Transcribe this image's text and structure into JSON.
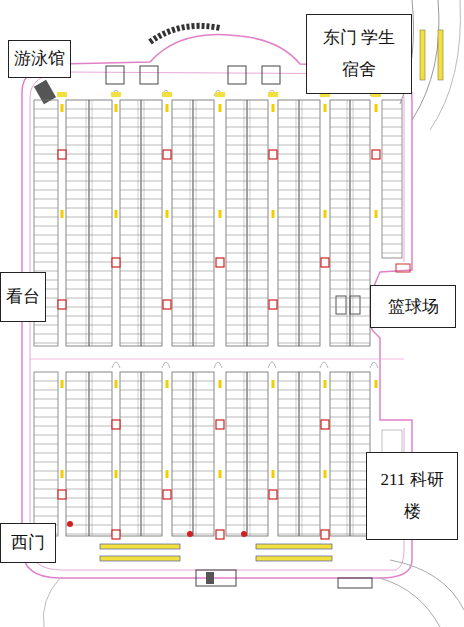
{
  "diagram": {
    "nodes": [
      {
        "text": [
          "游泳馆"
        ]
      },
      {
        "text": [
          "东门 学生宿舍"
        ]
      },
      {
        "text": [
          "看台"
        ]
      },
      {
        "text": [
          "篮球场"
        ]
      },
      {
        "text": [
          "211 科研楼"
        ]
      },
      {
        "text": [
          "西门"
        ]
      }
    ]
  }
}
